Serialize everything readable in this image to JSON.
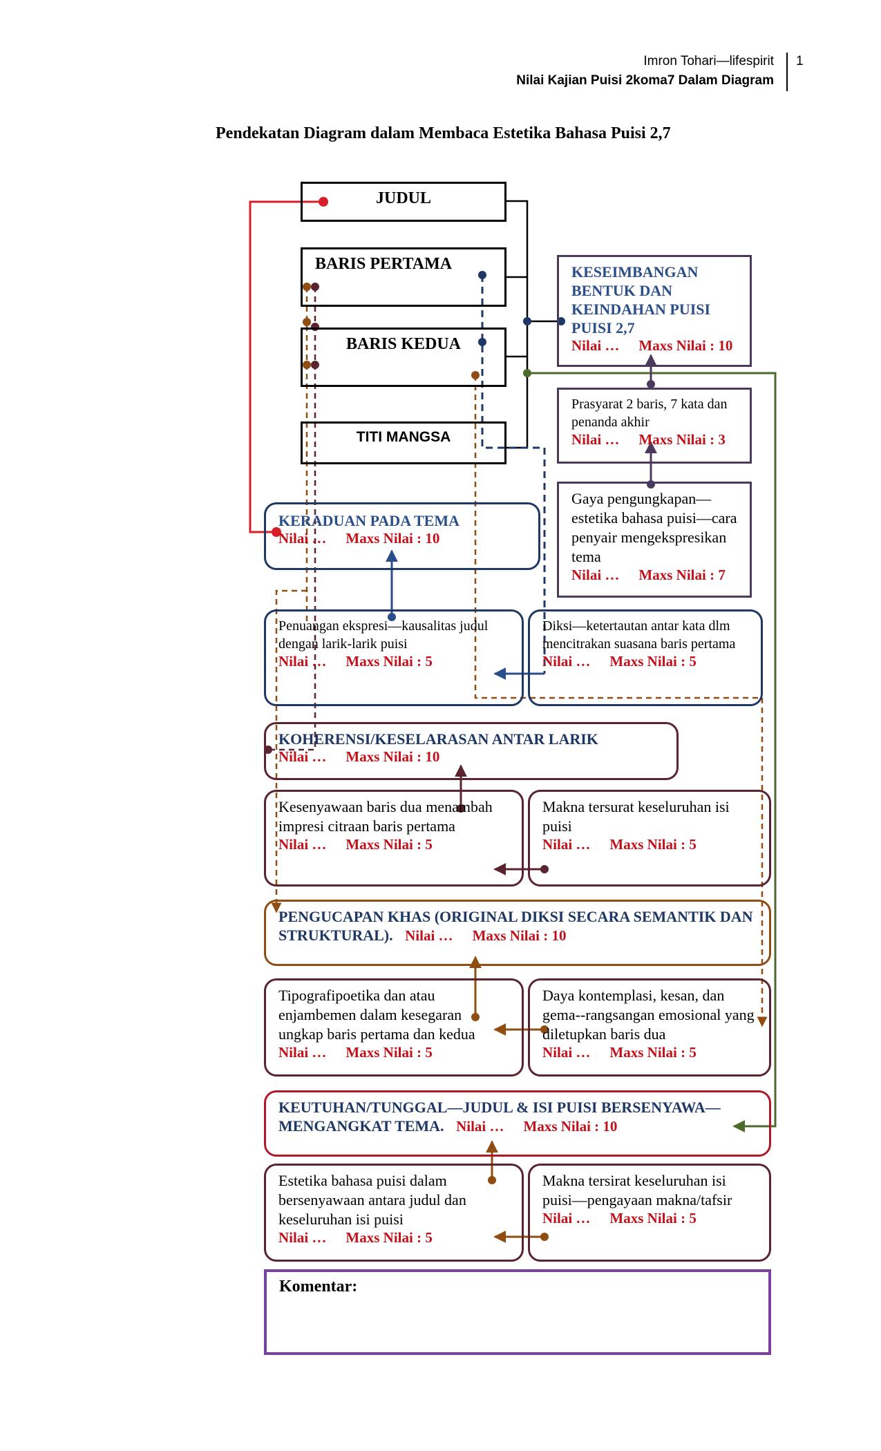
{
  "header": {
    "author": "Imron Tohari—lifespirit",
    "page_number": "1",
    "doc_name": "Nilai Kajian Puisi 2koma7 Dalam Diagram"
  },
  "title": "Pendekatan Diagram dalam Membaca Estetika Bahasa Puisi 2,7",
  "score_placeholder": "Nilai …",
  "structure": {
    "judul": "JUDUL",
    "baris_pertama": "BARIS PERTAMA",
    "baris_kedua": "BARIS KEDUA",
    "titi_mangsa": "TITI MANGSA"
  },
  "criteria": {
    "keseimbangan": {
      "title": "KESEIMBANGAN BENTUK DAN KEINDAHAN PUISI PUISI 2,7",
      "max": "Maxs Nilai : 10"
    },
    "prasyarat": {
      "text": "Prasyarat 2 baris, 7 kata dan penanda akhir",
      "max": "Maxs Nilai : 3"
    },
    "gaya": {
      "text": "Gaya pengungkapan—estetika bahasa puisi—cara penyair mengekspresikan tema",
      "max": "Maxs Nilai : 7"
    },
    "keraduan": {
      "title": "KERADUAN PADA TEMA",
      "max": "Maxs Nilai : 10"
    },
    "penuangan": {
      "text": "Penuangan ekspresi—kausalitas judul dengan larik-larik puisi",
      "max": "Maxs Nilai : 5"
    },
    "diksi": {
      "text": "Diksi—ketertautan antar kata dlm mencitrakan suasana baris pertama",
      "max": "Maxs Nilai : 5"
    },
    "koherensi": {
      "title": "KOHERENSI/KESELARASAN ANTAR LARIK",
      "max": "Maxs Nilai : 10"
    },
    "kesenyawaan": {
      "text": "Kesenyawaan baris dua menambah impresi citraan baris pertama",
      "max": "Maxs Nilai : 5"
    },
    "makna_tersurat": {
      "text": "Makna tersurat keseluruhan isi puisi",
      "max": "Maxs Nilai : 5"
    },
    "pengucapan": {
      "title": "PENGUCAPAN KHAS (ORIGINAL DIKSI SECARA SEMANTIK DAN STRUKTURAL).",
      "max": "Maxs Nilai : 10"
    },
    "tipografi": {
      "text": "Tipografipoetika dan atau enjambemen dalam kesegaran ungkap baris pertama dan kedua",
      "max": "Maxs Nilai : 5"
    },
    "daya": {
      "text": "Daya kontemplasi, kesan, dan gema--rangsangan emosional yang diletupkan baris dua",
      "max": "Maxs Nilai : 5"
    },
    "keutuhan": {
      "title": "KEUTUHAN/TUNGGAL—JUDUL & ISI PUISI BERSENYAWA—MENGANGKAT TEMA.",
      "max": "Maxs Nilai : 10"
    },
    "estetika": {
      "text": "Estetika bahasa puisi dalam bersenyawaan antara judul dan keseluruhan isi puisi",
      "max": "Maxs Nilai : 5"
    },
    "makna_tersirat": {
      "text": "Makna tersirat keseluruhan isi puisi—pengayaan makna/tafsir",
      "max": "Maxs Nilai : 5"
    }
  },
  "komentar_label": "Komentar:",
  "colors": {
    "navy": "#1e3764",
    "purple": "#4a3a5e",
    "maroon": "#5a2330",
    "brown": "#8f4d12",
    "red": "#d61f26",
    "green": "#4b6a2c",
    "violet": "#7a3fa0",
    "red_frame": "#b0182a"
  }
}
